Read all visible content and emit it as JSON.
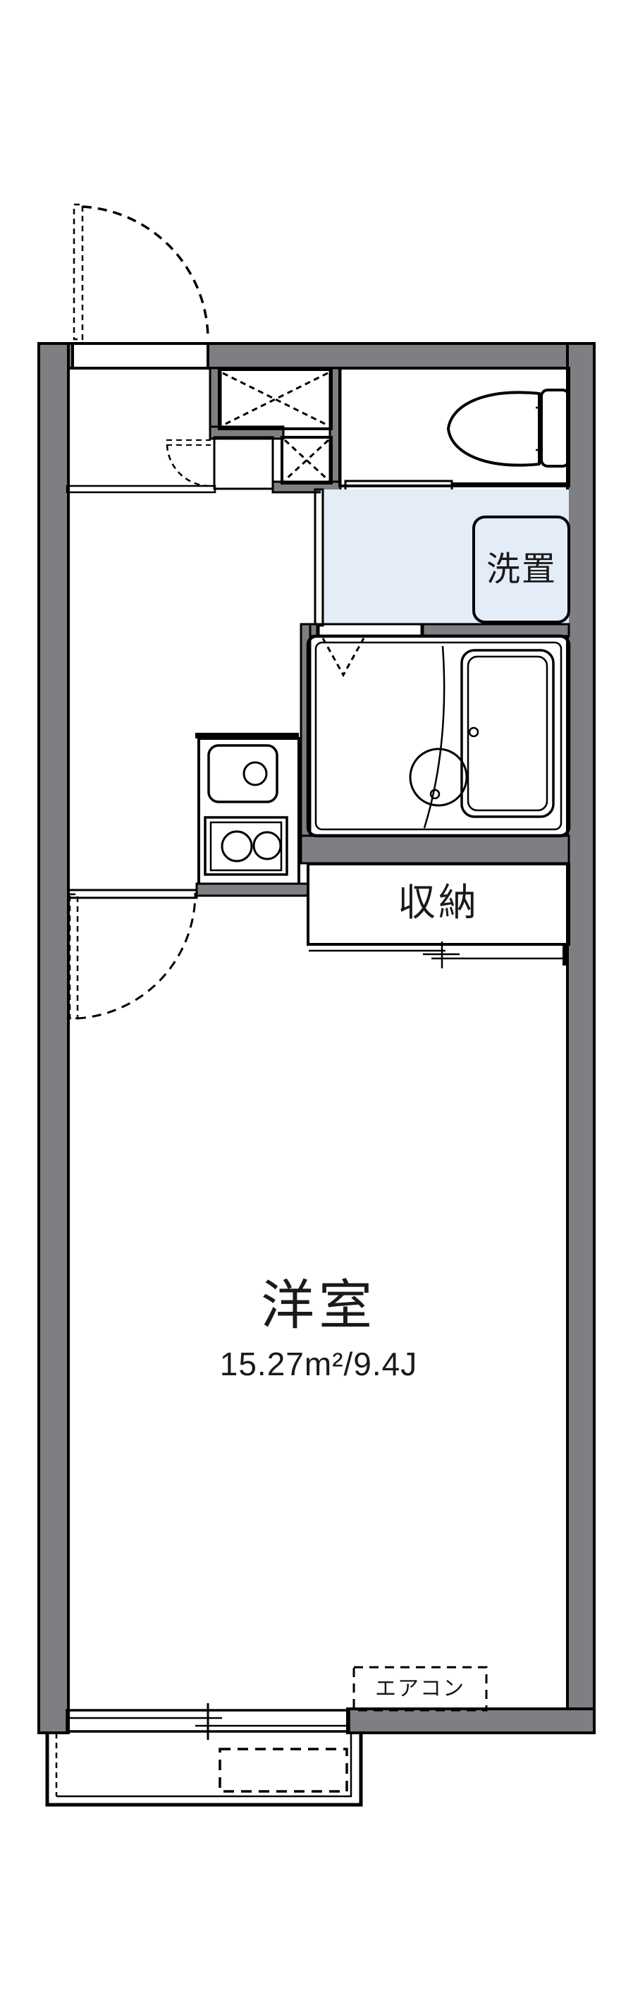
{
  "floor_plan": {
    "main_room": {
      "name": "洋室",
      "area": "15.27m²/9.4J"
    },
    "closet_label": "収納",
    "washer_space_label": "洗置",
    "aircon_label": "エアコン"
  },
  "colors": {
    "wall": "#7e7e83",
    "line": "#000000",
    "water_area": "#e4ecf8",
    "closet": "#fdf2e2",
    "background": "#ffffff",
    "text": "#1a1a1a"
  }
}
